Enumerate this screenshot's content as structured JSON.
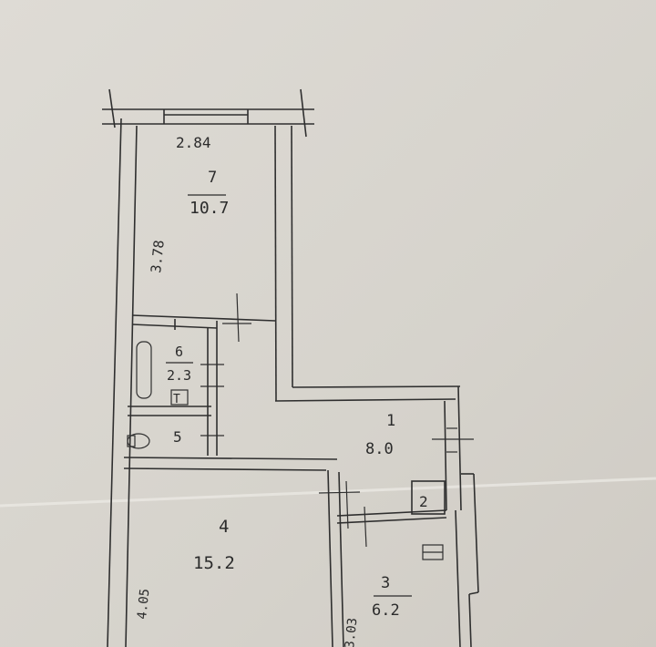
{
  "rooms": [
    {
      "number": "7",
      "area": "10.7"
    },
    {
      "number": "6",
      "area": "2.3"
    },
    {
      "number": "5",
      "area": ""
    },
    {
      "number": "1",
      "area": "8.0"
    },
    {
      "number": "2",
      "area": ""
    },
    {
      "number": "4",
      "area": "15.2"
    },
    {
      "number": "3",
      "area": "6.2"
    }
  ],
  "dimensions": {
    "top_width": "2.84",
    "room7_height": "3.78",
    "left_wall": "4.05",
    "room3_height": "3.03"
  },
  "symbols": {
    "toilet_mark": "T"
  },
  "colors": {
    "paper": "#d9d6d0",
    "ink": "#2b2b2b"
  }
}
